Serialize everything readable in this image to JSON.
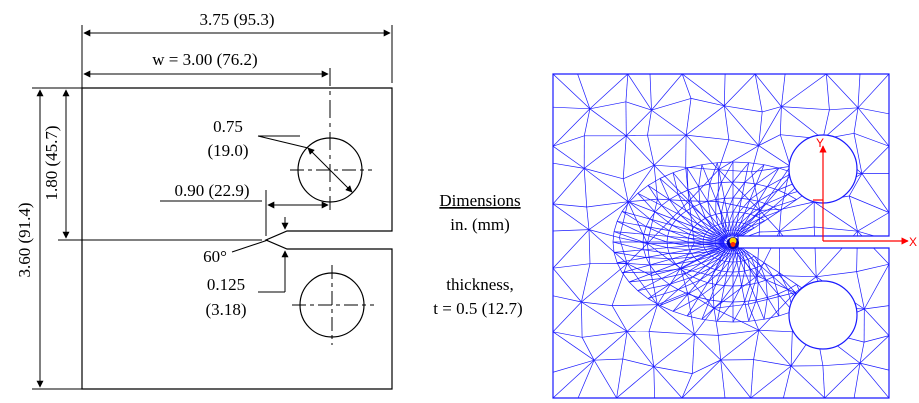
{
  "specimen_drawing": {
    "dim_total_width": "3.75 (95.3)",
    "dim_w": "w = 3.00 (76.2)",
    "dim_hole_dia_in": "0.75",
    "dim_hole_dia_mm": "(19.0)",
    "dim_half_height": "1.80 (45.7)",
    "dim_total_height": "3.60 (91.4)",
    "dim_notch_depth": "0.90 (22.9)",
    "dim_notch_angle": "60°",
    "dim_notch_width_in": "0.125",
    "dim_notch_width_mm": "(3.18)"
  },
  "notes": {
    "dimensions_heading": "Dimensions",
    "dimensions_units": "in. (mm)",
    "thickness_label": "thickness,",
    "thickness_value": "t = 0.5 (12.7)"
  },
  "mesh_figure": {
    "mesh_color": "#1a1aff",
    "axis_color": "#ff0000",
    "axis_y_label": "Y",
    "axis_x_label": "X"
  }
}
